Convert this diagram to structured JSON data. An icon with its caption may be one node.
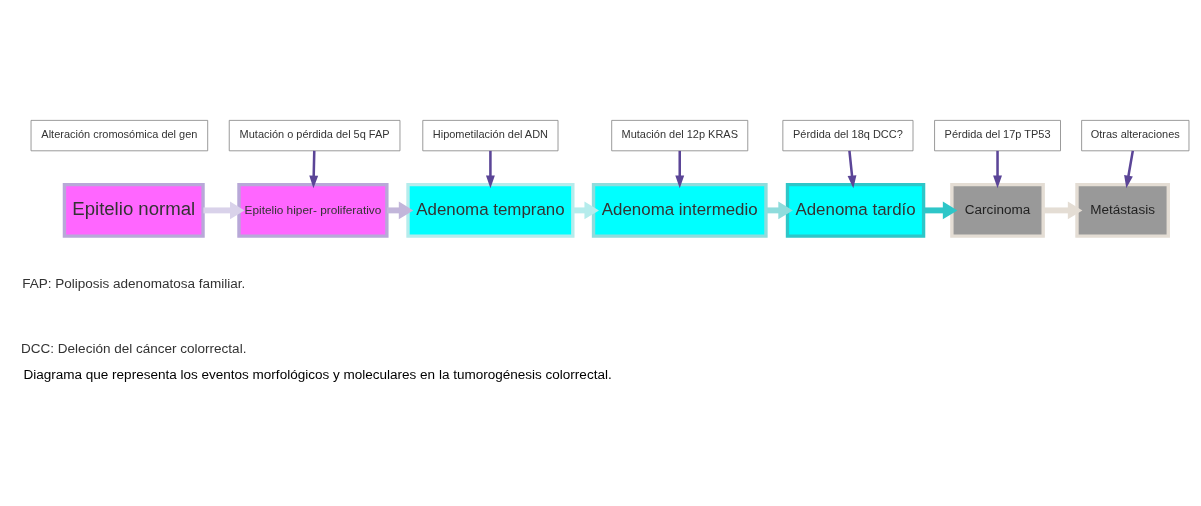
{
  "diagram": {
    "caption": "Diagrama que representa los eventos morfológicos y moleculares en la tumorogénesis colorrectal.",
    "nodes": [
      {
        "text": [
          "Alteración cromosómica del gen"
        ]
      },
      {
        "text": [
          "Mutación o pérdida del 5q FAP"
        ]
      },
      {
        "text": [
          "Hipometilación del ADN"
        ]
      },
      {
        "text": [
          "Mutación del 12p KRAS"
        ]
      },
      {
        "text": [
          "Pérdida del 18q DCC?"
        ]
      },
      {
        "text": [
          "Pérdida del 17p TP53"
        ]
      },
      {
        "text": [
          "Otras alteraciones"
        ]
      },
      {
        "text": [
          "Epitelio normal"
        ]
      },
      {
        "text": [
          "Epitelio hiper- proliferativo"
        ]
      },
      {
        "text": [
          "Adenoma temprano"
        ]
      },
      {
        "text": [
          "Adenoma intermedio"
        ]
      },
      {
        "text": [
          "Adenoma tardío"
        ]
      },
      {
        "text": [
          "Carcinoma"
        ]
      },
      {
        "text": [
          "Metástasis"
        ]
      }
    ],
    "edges": [
      {
        "from": 7,
        "to": 8,
        "arrow": "to",
        "style": "thick",
        "color": "#d9d2ea"
      },
      {
        "from": 8,
        "to": 9,
        "arrow": "to",
        "style": "thick",
        "color": "#c2b6da"
      },
      {
        "from": 9,
        "to": 10,
        "arrow": "to",
        "style": "thick",
        "color": "#b5ecec"
      },
      {
        "from": 10,
        "to": 11,
        "arrow": "to",
        "style": "thick",
        "color": "#8fdcdc"
      },
      {
        "from": 11,
        "to": 12,
        "arrow": "to",
        "style": "thick",
        "color": "#2ec6c8"
      },
      {
        "from": 12,
        "to": 13,
        "arrow": "to",
        "style": "thick",
        "color": "#e4ddd4"
      },
      {
        "from": 1,
        "to": 8,
        "arrow": "to"
      },
      {
        "from": 2,
        "to": 9,
        "arrow": "to"
      },
      {
        "from": 3,
        "to": 10,
        "arrow": "to"
      },
      {
        "from": 4,
        "to": 11,
        "arrow": "to"
      },
      {
        "from": 5,
        "to": 12,
        "arrow": "to"
      },
      {
        "from": 6,
        "to": 13,
        "arrow": "to"
      }
    ],
    "labels": [
      "FAP: Poliposis adenomatosa familiar.",
      "DCC: Deleción del cáncer colorrectal."
    ]
  }
}
